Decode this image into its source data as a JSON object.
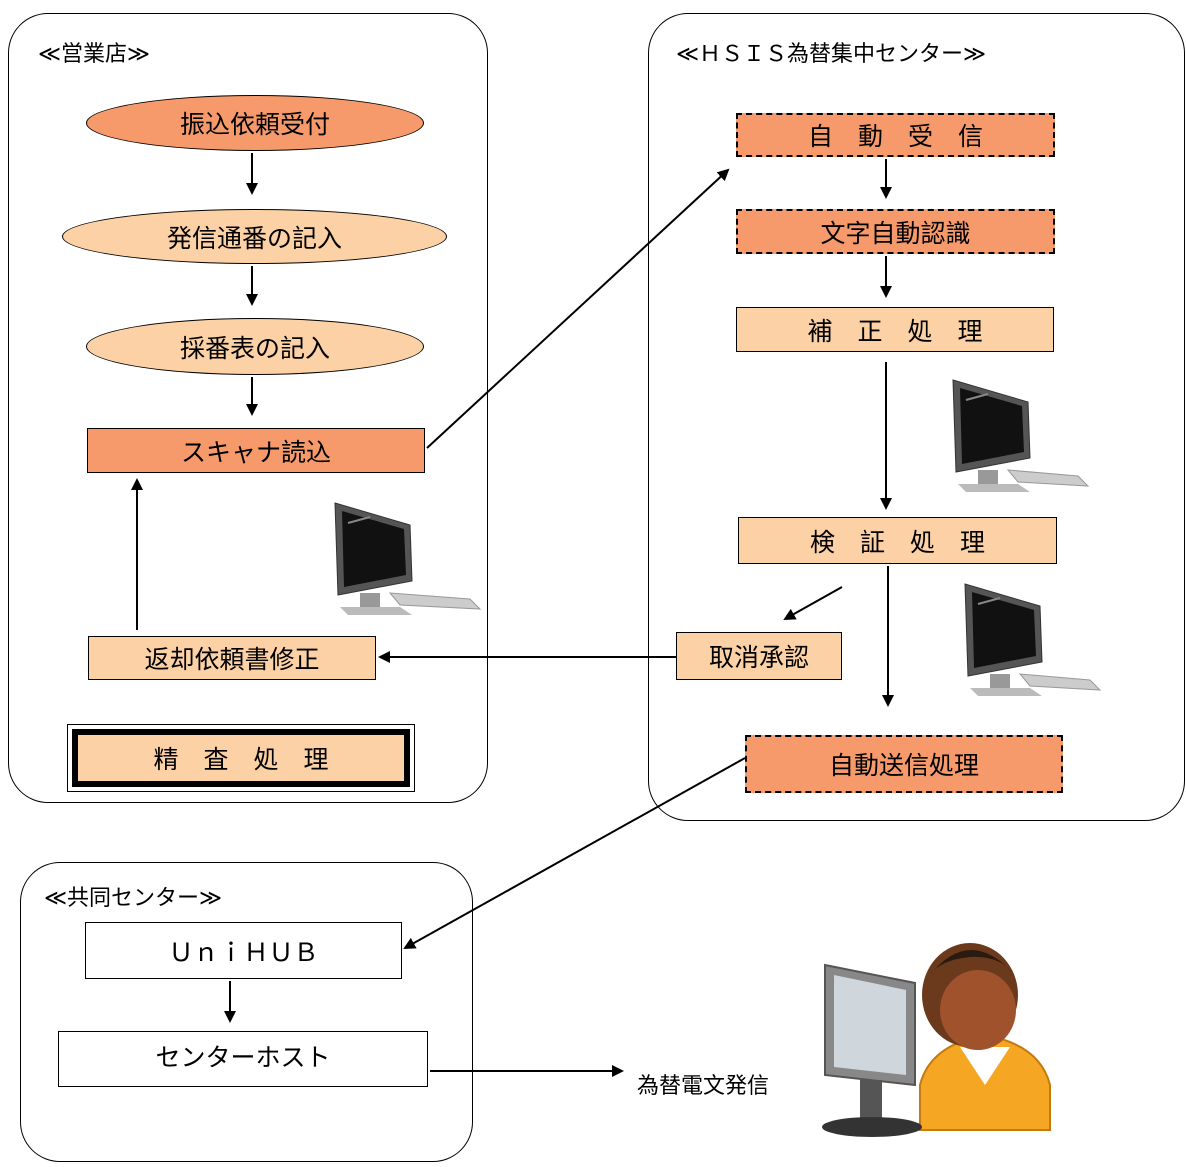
{
  "panels": {
    "branch": "≪営業店≫",
    "center": "≪ＨＳＩＳ為替集中センター≫",
    "joint": "≪共同センター≫"
  },
  "nodes": {
    "furikomi": "振込依頼受付",
    "hasshin": "発信通番の記入",
    "saiban": "採番表の記入",
    "scanner": "スキャナ読込",
    "henkyaku": "返却依頼書修正",
    "seisa": "精　査　処　理",
    "auto_receive": "自　動　受　信",
    "ocr": "文字自動認識",
    "correction": "補　正　処　理",
    "verify": "検　証　処　理",
    "cancel": "取消承認",
    "auto_send": "自動送信処理",
    "unihub": "ＵｎｉＨＵＢ",
    "host": "センターホスト"
  },
  "output_label": "為替電文発信",
  "colors": {
    "dark_orange": "#f79a6b",
    "light_orange": "#fcd1a5"
  },
  "icons": [
    "computer-icon",
    "computer-icon",
    "computer-icon",
    "operator-icon"
  ]
}
